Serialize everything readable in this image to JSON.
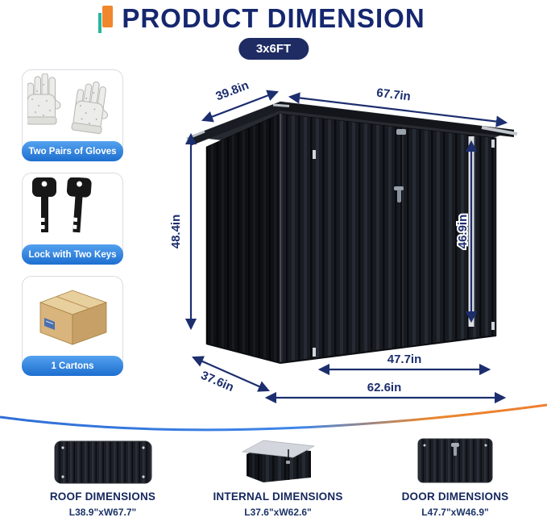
{
  "header": {
    "title": "PRODUCT DIMENSION",
    "badge": "3x6FT"
  },
  "accessories": [
    {
      "label": "Two Pairs of Gloves"
    },
    {
      "label": "Lock with Two Keys"
    },
    {
      "label": "1 Cartons"
    }
  ],
  "shed": {
    "top_depth": "39.8in",
    "top_width": "67.7in",
    "height": "48.4in",
    "inner_height": "46.9in",
    "bottom_depth": "37.6in",
    "door_width": "47.7in",
    "bottom_width": "62.6in"
  },
  "footer": [
    {
      "title": "ROOF DIMENSIONS",
      "value": "L38.9\"xW67.7\""
    },
    {
      "title": "INTERNAL DIMENSIONS",
      "value": "L37.6\"xW62.6\""
    },
    {
      "title": "DOOR DIMENSIONS",
      "value": "L47.7\"xW46.9\""
    }
  ],
  "colors": {
    "navy": "#1c2e6e",
    "blue": "#1d6fd0",
    "orange": "#f0862e",
    "shed": "#1a1d23"
  }
}
